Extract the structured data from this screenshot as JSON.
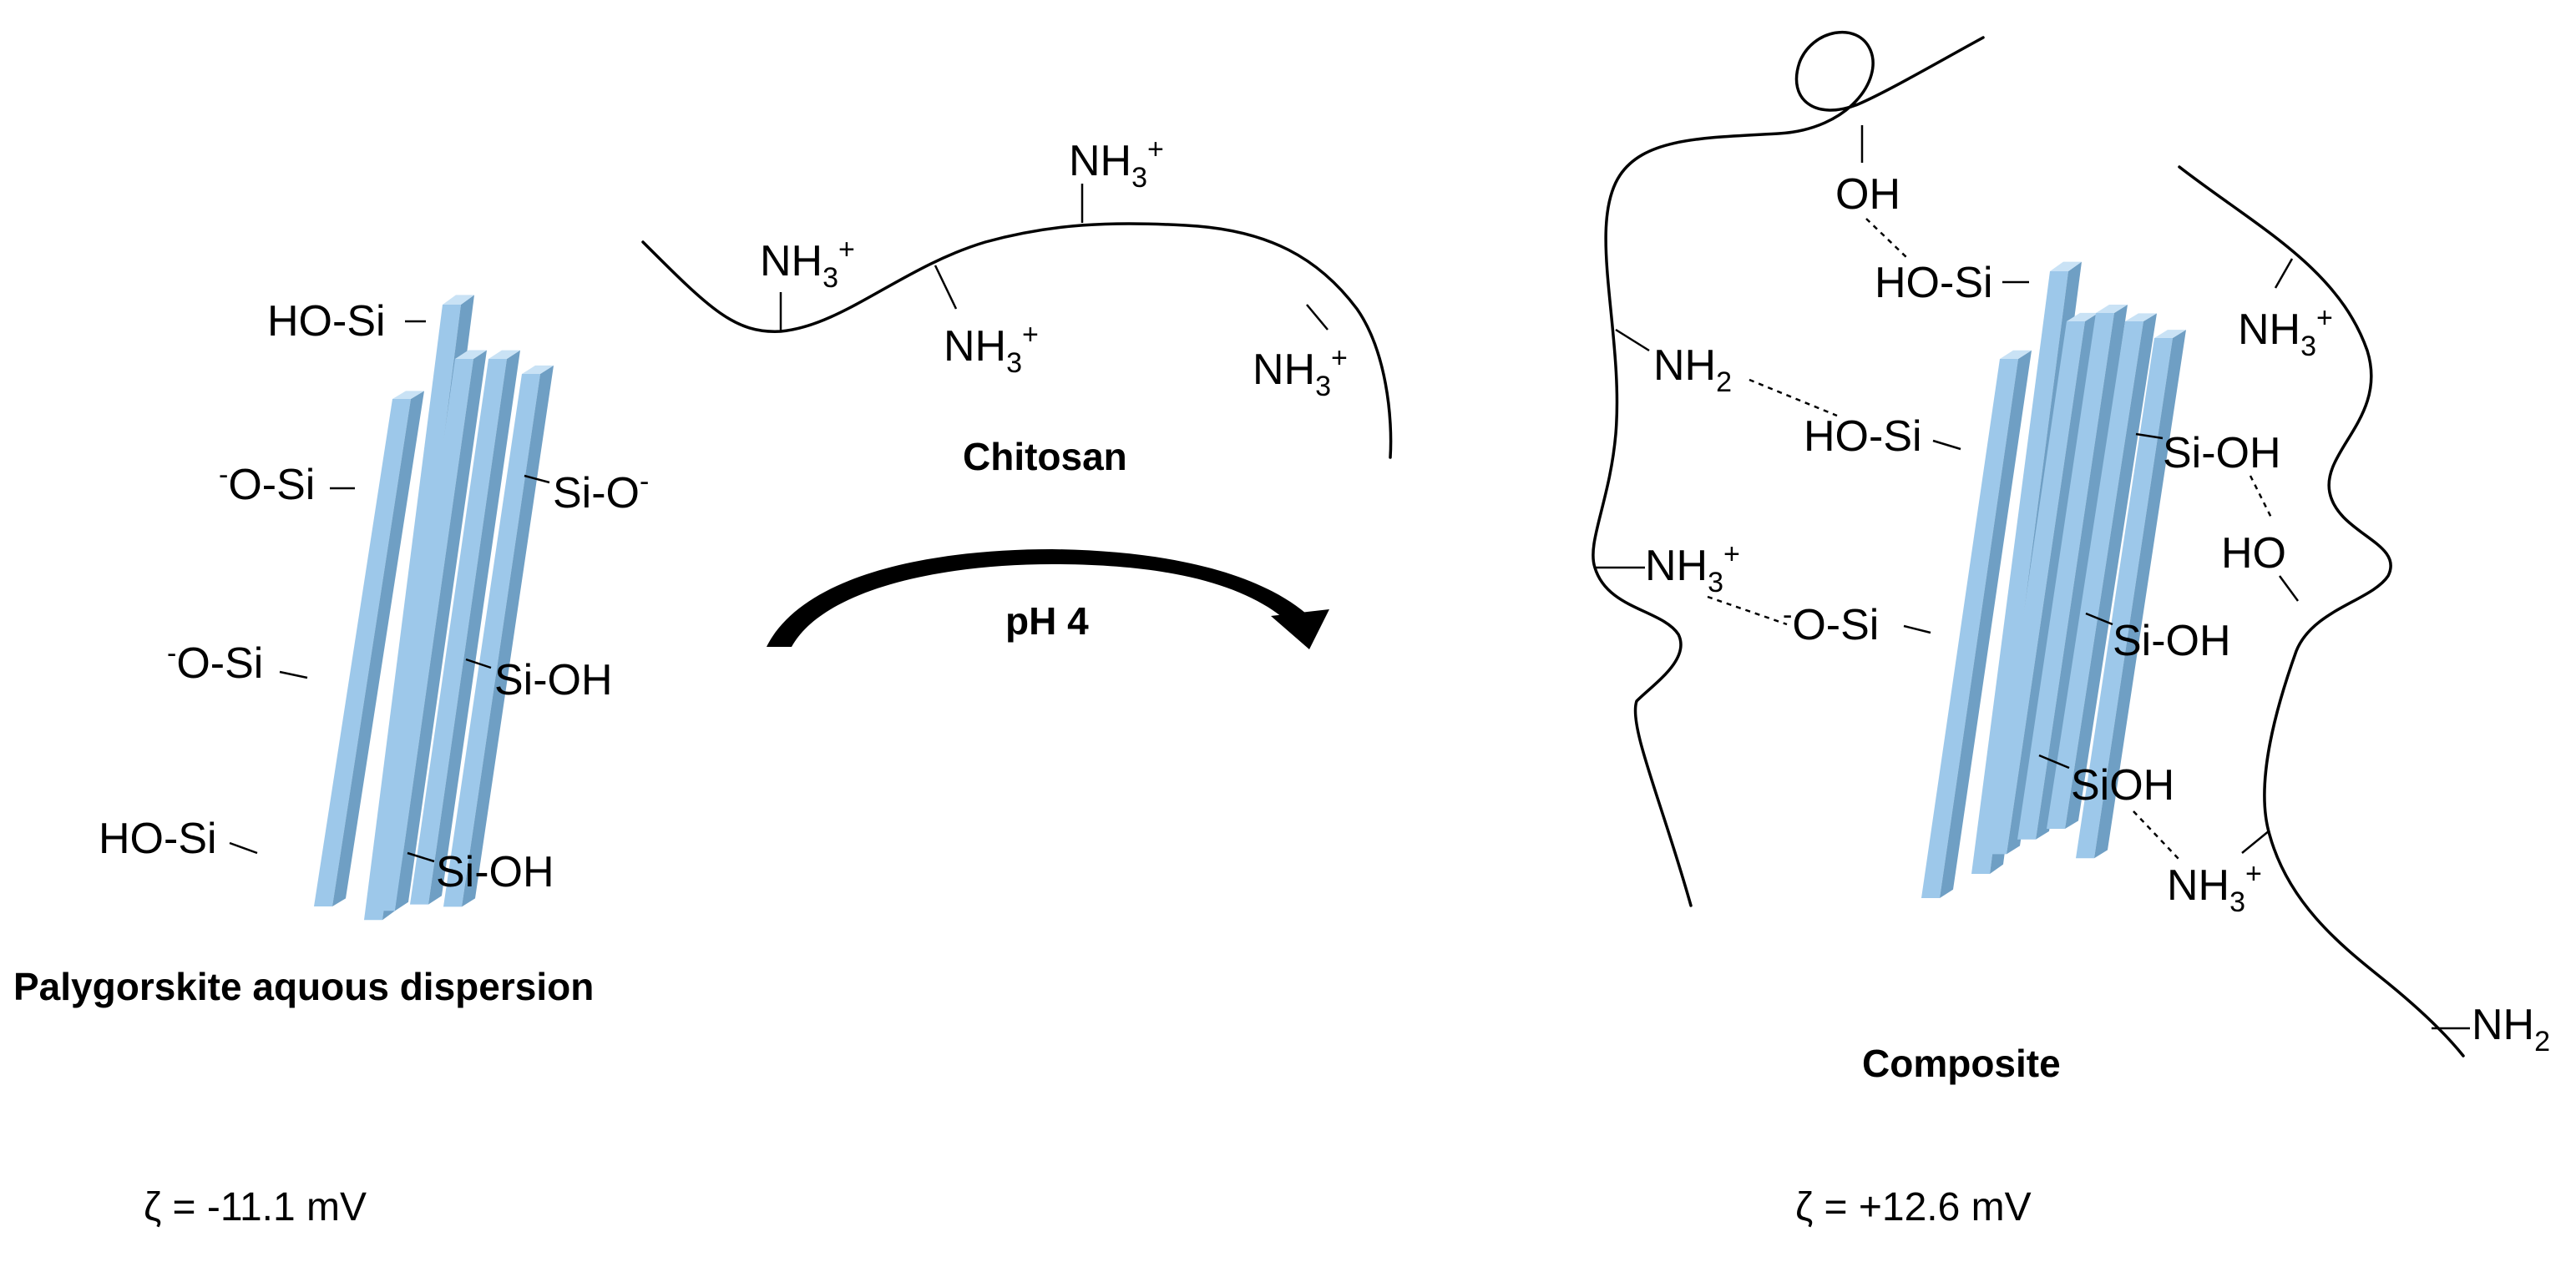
{
  "palygorskite": {
    "caption": "Palygorskite aquous dispersion",
    "zeta": "ζ =  -11.1 mV",
    "labels": {
      "ho_si_top": "HO-Si",
      "o_si_upper": "O-Si",
      "si_o": "Si-O",
      "o_si_lower": "O-Si",
      "si_oh_mid": "Si-OH",
      "ho_si_bottom": "HO-Si",
      "si_oh_bottom": "Si-OH"
    }
  },
  "chitosan": {
    "caption": "Chitosan",
    "group_nh3_prefix": "NH",
    "sub_3": "3",
    "sup_plus": "+",
    "sup_minus": "-"
  },
  "reaction": {
    "condition": "pH 4"
  },
  "composite": {
    "caption": "Composite",
    "zeta": "ζ =  +12.6 mV",
    "labels": {
      "oh_top": "OH",
      "ho_si_top": "HO-Si",
      "nh2_left": "NH",
      "ho_si_mid": "HO-Si",
      "si_oh_right": "Si-OH",
      "ho_right": "HO",
      "nh3_left": "NH",
      "o_si": "O-Si",
      "si_oh_mid": "Si-OH",
      "sioh_low": "SiOH",
      "nh3_low": "NH",
      "nh3_right_top": "NH",
      "nh2_right_end": "NH",
      "sub_2": "2"
    }
  },
  "colors": {
    "rod_front": "#9dc8ea",
    "rod_side": "#6f9fc4",
    "rod_top": "#c9e2f5",
    "arrow": "#000000"
  }
}
